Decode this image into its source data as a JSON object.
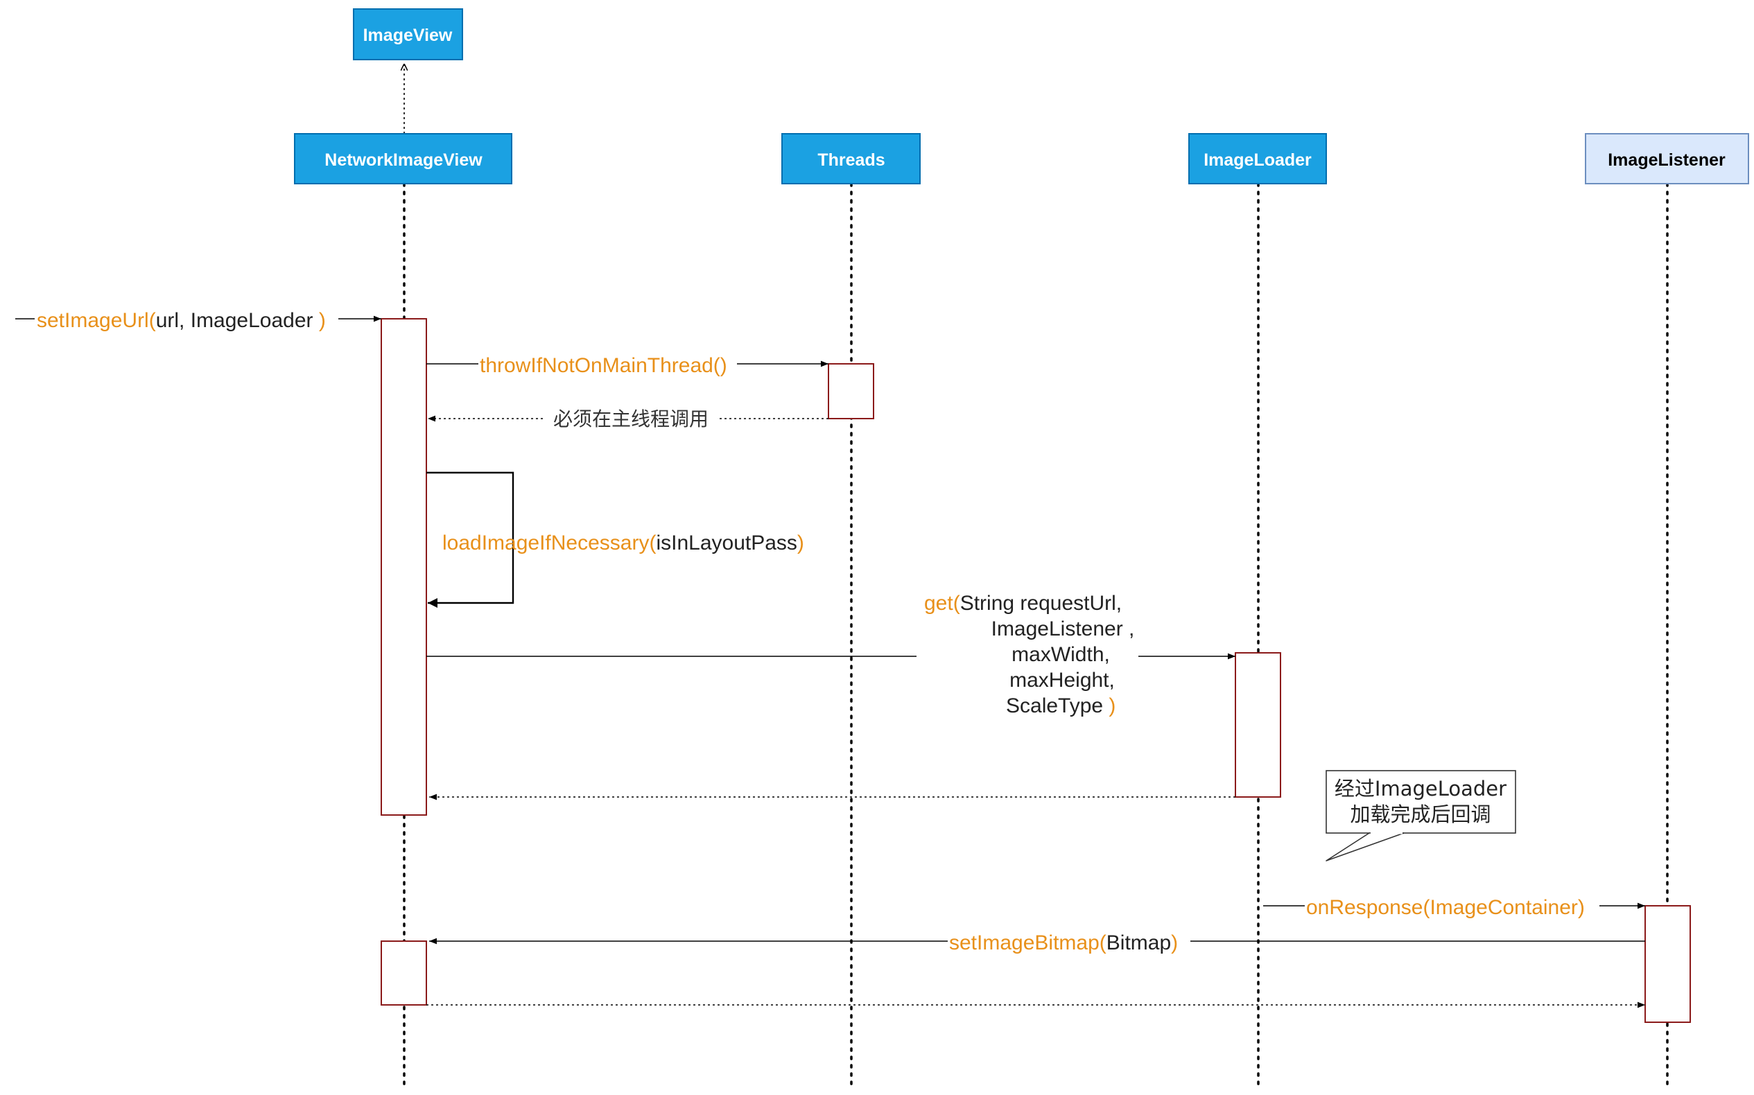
{
  "colors": {
    "box_fill": "#1ba1e2",
    "box_border": "#006eaf",
    "box_text": "#ffffff",
    "light_box_fill": "#dae8fc",
    "light_box_border": "#6c8ebf",
    "light_box_text": "#000000",
    "activation_border": "#8b1a1a",
    "method_color": "#e8901a",
    "text_color": "#222222"
  },
  "participants": {
    "imageview": "ImageView",
    "networkimageview": "NetworkImageView",
    "threads": "Threads",
    "imageloader": "ImageLoader",
    "imagelistener": "ImageListener"
  },
  "messages": {
    "set_image_url": {
      "method": "setImageUrl(",
      "args": "url, ImageLoader ",
      "close": ")"
    },
    "throw_if_not_main": {
      "method": "throwIfNotOnMainThread()"
    },
    "main_thread_reply": {
      "text": "必须在主线程调用"
    },
    "load_image": {
      "method": "loadImageIfNecessary(",
      "args": "isInLayoutPass",
      "close": ")"
    },
    "get": {
      "method": "get(",
      "line1": "String requestUrl,",
      "line2": "ImageListener ,",
      "line3": "maxWidth,",
      "line4": "maxHeight,",
      "line5": "ScaleType ",
      "close": ")"
    },
    "on_response": {
      "method": "onResponse(ImageContainer)"
    },
    "set_image_bitmap": {
      "method": "setImageBitmap(",
      "args": "Bitmap",
      "close": ")"
    }
  },
  "note": {
    "line1": "经过ImageLoader",
    "line2": "加载完成后回调"
  }
}
